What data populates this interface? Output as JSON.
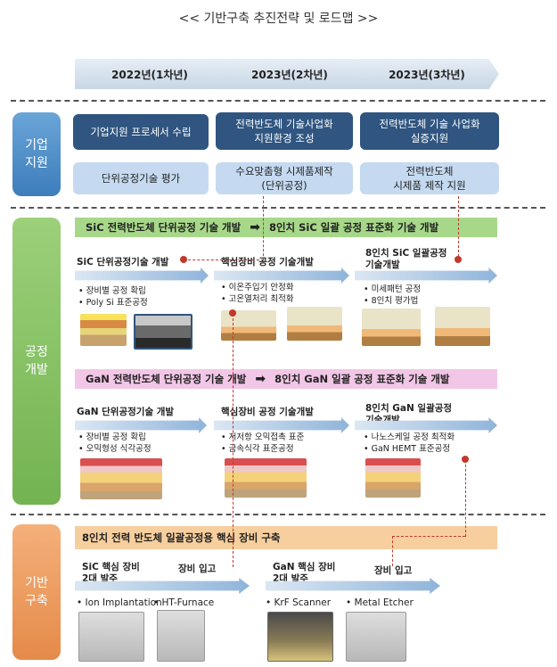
{
  "title": "<< 기반구축 추진전략 및 로드맵 >>",
  "timeline": [
    "2022년(1차년)",
    "2023년(2차년)",
    "2023년(3차년)"
  ],
  "sections": {
    "enterprise": "기업\n지원",
    "process": "공정\n개발",
    "infra": "기반\n구축"
  },
  "enterprise": {
    "row1": [
      "기업지원 프로세서 수립",
      "전력반도체 기술사업화\n지원환경 조성",
      "전력반도체 기술 사업화\n실증지원"
    ],
    "row2": [
      "단위공정기술 평가",
      "수요맞춤형 시제품제작\n(단위공정)",
      "전력반도체\n시제품 제작 지원"
    ]
  },
  "sic": {
    "band_left": "SiC 전력반도체 단위공정 기술 개발",
    "band_arrow": "➡",
    "band_right": "8인치 SiC 일괄 공정 표준화 기술 개발",
    "steps": [
      {
        "label": "SiC 단위공정기술 개발",
        "bullets": [
          "장비별 공정 확립",
          "Poly Si 표준공정"
        ]
      },
      {
        "label": "핵심장비 공정 기술개발",
        "bullets": [
          "이온주입기 안정화",
          "고온열처리 최적화"
        ]
      },
      {
        "label": "8인치 SiC 일괄공정\n기술개발",
        "bullets": [
          "미세패턴 공정",
          "8인치 평가법"
        ]
      }
    ]
  },
  "gan": {
    "band_left": "GaN 전력반도체 단위공정 기술 개발",
    "band_arrow": "➡",
    "band_right": "8인치 GaN 일괄 공정 표준화 기술 개발",
    "steps": [
      {
        "label": "GaN 단위공정기술 개발",
        "bullets": [
          "장비별 공정 확립",
          "오믹형성 식각공정"
        ]
      },
      {
        "label": "핵심장비 공정 기술개발",
        "bullets": [
          "저저항 오믹접촉 표준",
          "금속식각 표준공정"
        ]
      },
      {
        "label": "8인치 GaN 일괄공정\n기술개발",
        "bullets": [
          "나노스케일 공정 최적화",
          "GaN HEMT 표준공정"
        ]
      }
    ]
  },
  "infra": {
    "band": "8인치 전력 반도체 일괄공정용 핵심 장비 구축",
    "sic_label": "SiC 핵심 장비\n2대 발주",
    "sic_receive": "장비 입고",
    "gan_label": "GaN 핵심 장비\n2대 발주",
    "gan_receive": "장비 입고",
    "equipment": [
      "Ion Implantation",
      "HT-Furnace",
      "KrF Scanner",
      "Metal Etcher"
    ]
  },
  "colors": {
    "enterprise_side": "#4a8ac8",
    "process_side": "#85c263",
    "infra_side": "#ec9a5c",
    "dark_box": "#2f5580",
    "light_box": "#c5daf0",
    "sic_band": "#a7d88a",
    "gan_band": "#f2c6e6",
    "infra_band": "#f7cf9e",
    "connector": "#c0392b"
  }
}
